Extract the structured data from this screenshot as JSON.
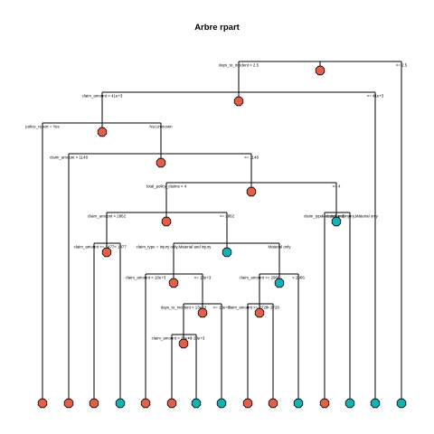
{
  "title": "Arbre rpart",
  "colors": {
    "class_a": "#e2604a",
    "class_b": "#14b2b2",
    "edge": "#000000"
  },
  "splits": [
    {
      "id": "s1",
      "left": "days_to_incident < 2.5",
      "right": ">= 2.5",
      "class": "a"
    },
    {
      "id": "s2",
      "left": "claim_amount < 41e+3",
      "right": ">= 41e+3",
      "class": "a"
    },
    {
      "id": "s3",
      "left": "police_report = Yes",
      "right": "No,Unknown",
      "class": "a"
    },
    {
      "id": "s4",
      "left": "claim_amount < 1148",
      "right": ">= 1148",
      "class": "a"
    },
    {
      "id": "s5",
      "left": "total_policy_claims < 4",
      "right": ">= 4",
      "class": "a"
    },
    {
      "id": "s6",
      "left": "claim_amount < 2862",
      "right": ">= 2862",
      "class": "a"
    },
    {
      "id": "s7",
      "left": "claim_amount >= 1477",
      "right": "< 1477",
      "class": "a"
    },
    {
      "id": "s8",
      "left": "claim_type = Injury only,Material and injury",
      "right": "Material only",
      "class": "b"
    },
    {
      "id": "s9",
      "left": "claim_amount < 18e+3",
      "right": ">= 18e+3",
      "class": "a"
    },
    {
      "id": "s10",
      "left": "days_to_incident < 13e+3",
      "right": ">= 13e+3",
      "class": "a"
    },
    {
      "id": "s11",
      "left": "claim_amount < 28e+3",
      "right": ">= 28e+3",
      "class": "a"
    },
    {
      "id": "s12",
      "left": "claim_amount >= 2966",
      "right": "< 2966",
      "class": "b"
    },
    {
      "id": "s13",
      "left": "claim_amount >= 2728",
      "right": "< 2728",
      "class": "a"
    },
    {
      "id": "s14",
      "left": "claim_type = Injury only",
      "right": "Material and injury,Material only",
      "class": "b"
    }
  ],
  "leaves": [
    "a",
    "a",
    "a",
    "b",
    "a",
    "a",
    "b",
    "b",
    "a",
    "a",
    "b",
    "a",
    "b",
    "b",
    "b"
  ]
}
